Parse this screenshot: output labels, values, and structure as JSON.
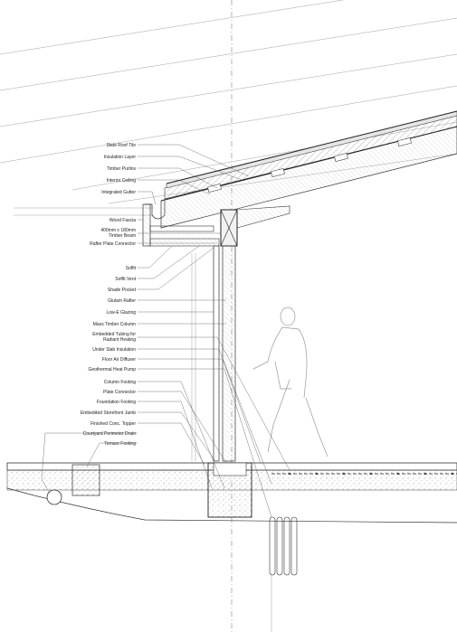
{
  "callouts": [
    {
      "id": "slate-roof-tile",
      "text": "Slate Roof Tile"
    },
    {
      "id": "insulation-layer",
      "text": "Insulation Layer"
    },
    {
      "id": "timber-purlins",
      "text": "Timber Purlins"
    },
    {
      "id": "interior-ceiling",
      "text": "Interior Ceiling"
    },
    {
      "id": "integrated-gutter",
      "text": "Integrated Gutter"
    },
    {
      "id": "wood-fascia",
      "text": "Wood Fascia"
    },
    {
      "id": "timber-beam-1",
      "text": "400mm x 180mm"
    },
    {
      "id": "timber-beam-2",
      "text": "Timber Beam"
    },
    {
      "id": "rafter-plate-connector",
      "text": "Rafter Plate Connector"
    },
    {
      "id": "soffit",
      "text": "Soffit"
    },
    {
      "id": "soffit-vent",
      "text": "Soffit Vent"
    },
    {
      "id": "shade-pocket",
      "text": "Shade Pocket"
    },
    {
      "id": "glulam-rafter",
      "text": "Glulam Rafter"
    },
    {
      "id": "low-e-glazing",
      "text": "Low-E Glazing"
    },
    {
      "id": "mass-timber-column",
      "text": "Mass Timber Column"
    },
    {
      "id": "embedded-tubing-1",
      "text": "Embedded Tubing for"
    },
    {
      "id": "embedded-tubing-2",
      "text": "Radiant Heating"
    },
    {
      "id": "under-slab-insulation",
      "text": "Under Slab Insulation"
    },
    {
      "id": "floor-air-diffuser",
      "text": "Floor Air Diffuser"
    },
    {
      "id": "geothermal-heat-pump",
      "text": "Geothermal Heat Pump"
    },
    {
      "id": "column-footing",
      "text": "Column Footing"
    },
    {
      "id": "plate-connector",
      "text": "Plate Connector"
    },
    {
      "id": "foundation-footing",
      "text": "Foundation Footing"
    },
    {
      "id": "embedded-storefront-jamb",
      "text": "Embedded Storefront Jamb"
    },
    {
      "id": "finished-conc-topper",
      "text": "Finished Conc. Topper"
    },
    {
      "id": "courtyard-perimeter-drain",
      "text": "Courtyard Perimeter Drain"
    },
    {
      "id": "terrace-footing",
      "text": "Terrace Footing"
    }
  ],
  "colors": {
    "line": "#333333",
    "construction_line": "#8a8a8a",
    "hatch": "#555555",
    "background": "#ffffff"
  }
}
